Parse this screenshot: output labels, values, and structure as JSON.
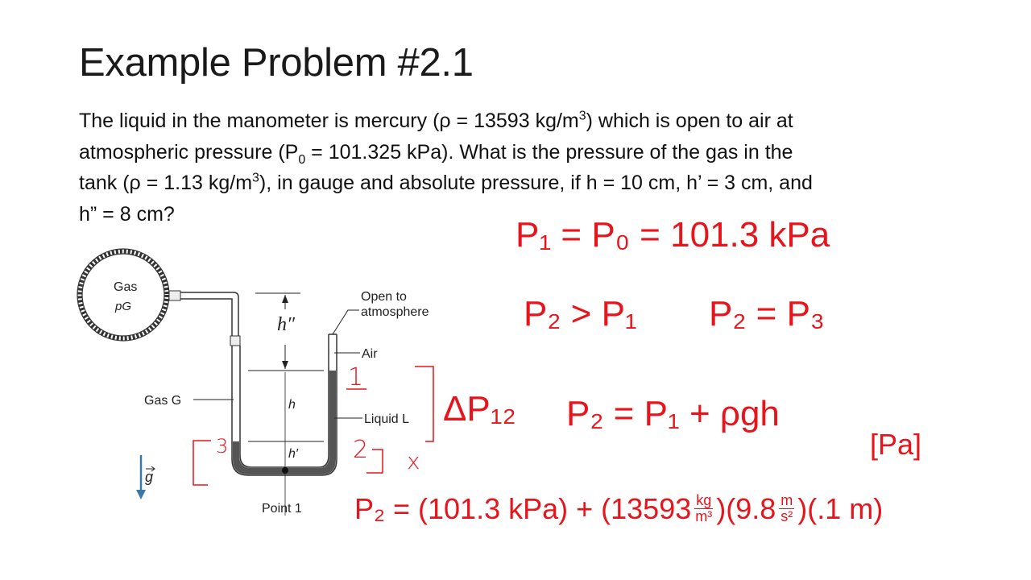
{
  "slide": {
    "title": "Example Problem #2.1",
    "problem_lines": [
      {
        "a": "The liquid in the manometer is mercury (ρ = 13593 kg/m",
        "sup": "3",
        "b": ") which is open to air at"
      },
      {
        "a": "atmospheric pressure (P",
        "sub": "0",
        "b": " = 101.325 kPa). What is the pressure of the gas in the"
      },
      {
        "a": "tank (ρ = 1.13 kg/m",
        "sup": "3",
        "b": "), in gauge and absolute pressure, if h = 10 cm, h’ = 3 cm, and"
      },
      {
        "a": "h” = 8 cm?"
      }
    ]
  },
  "diagram": {
    "tank_label": "Gas",
    "tank_pressure_label": "pG",
    "open_label_1": "Open to",
    "open_label_2": "atmosphere",
    "air_label": "Air",
    "gas_label": "Gas G",
    "liquid_label": "Liquid L",
    "h_double_prime": "h″",
    "h": "h",
    "h_prime": "h′",
    "point_label": "Point 1",
    "gravity_label": "g",
    "liquid_color": "#555555",
    "gravity_arrow_color": "#3a78a8"
  },
  "annotations": {
    "ink_color": "#e8141b",
    "point_1": "1",
    "point_2": "2",
    "point_3": "3",
    "x_mark": "x",
    "delta_p": "ΔP₁₂",
    "eq1": "P₁ = P₀ = 101.3 kPa",
    "eq2a": "P₂ > P₁",
    "eq2b": "P₂ = P₃",
    "eq3": "P₂ = P₁ + ρgh",
    "units": "[Pa]",
    "eq4_a": "P₂ = (101.3 kPa) + (13593",
    "eq4_kg": "kg",
    "eq4_m3": "m³",
    "eq4_b": ")(9.8",
    "eq4_m": "m",
    "eq4_s2": "s²",
    "eq4_c": ")(.1 m)"
  }
}
